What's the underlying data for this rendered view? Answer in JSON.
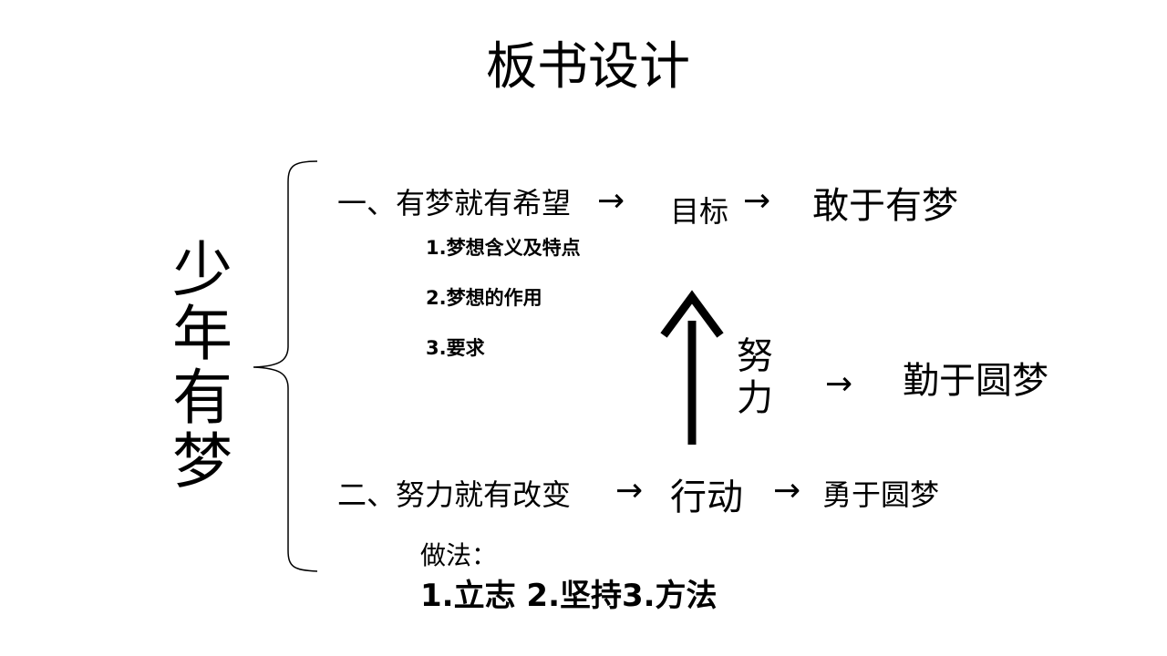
{
  "title": "板书设计",
  "theme": "少年有梦",
  "section1": {
    "heading": "一、有梦就有希望",
    "arrow1": "→",
    "goal": "目标",
    "arrow2": "→",
    "result": "敢于有梦",
    "points": [
      "1.梦想含义及特点",
      "2.梦想的作用",
      "3.要求"
    ]
  },
  "middle": {
    "effort": "努力",
    "arrow": "→",
    "result": "勤于圆梦"
  },
  "section2": {
    "heading": "二、努力就有改变",
    "arrow1": "→",
    "action": "行动",
    "arrow2": "→",
    "result": "勇于圆梦"
  },
  "methods": {
    "label": "做法：",
    "items": "1.立志 2.坚持3.方法"
  }
}
